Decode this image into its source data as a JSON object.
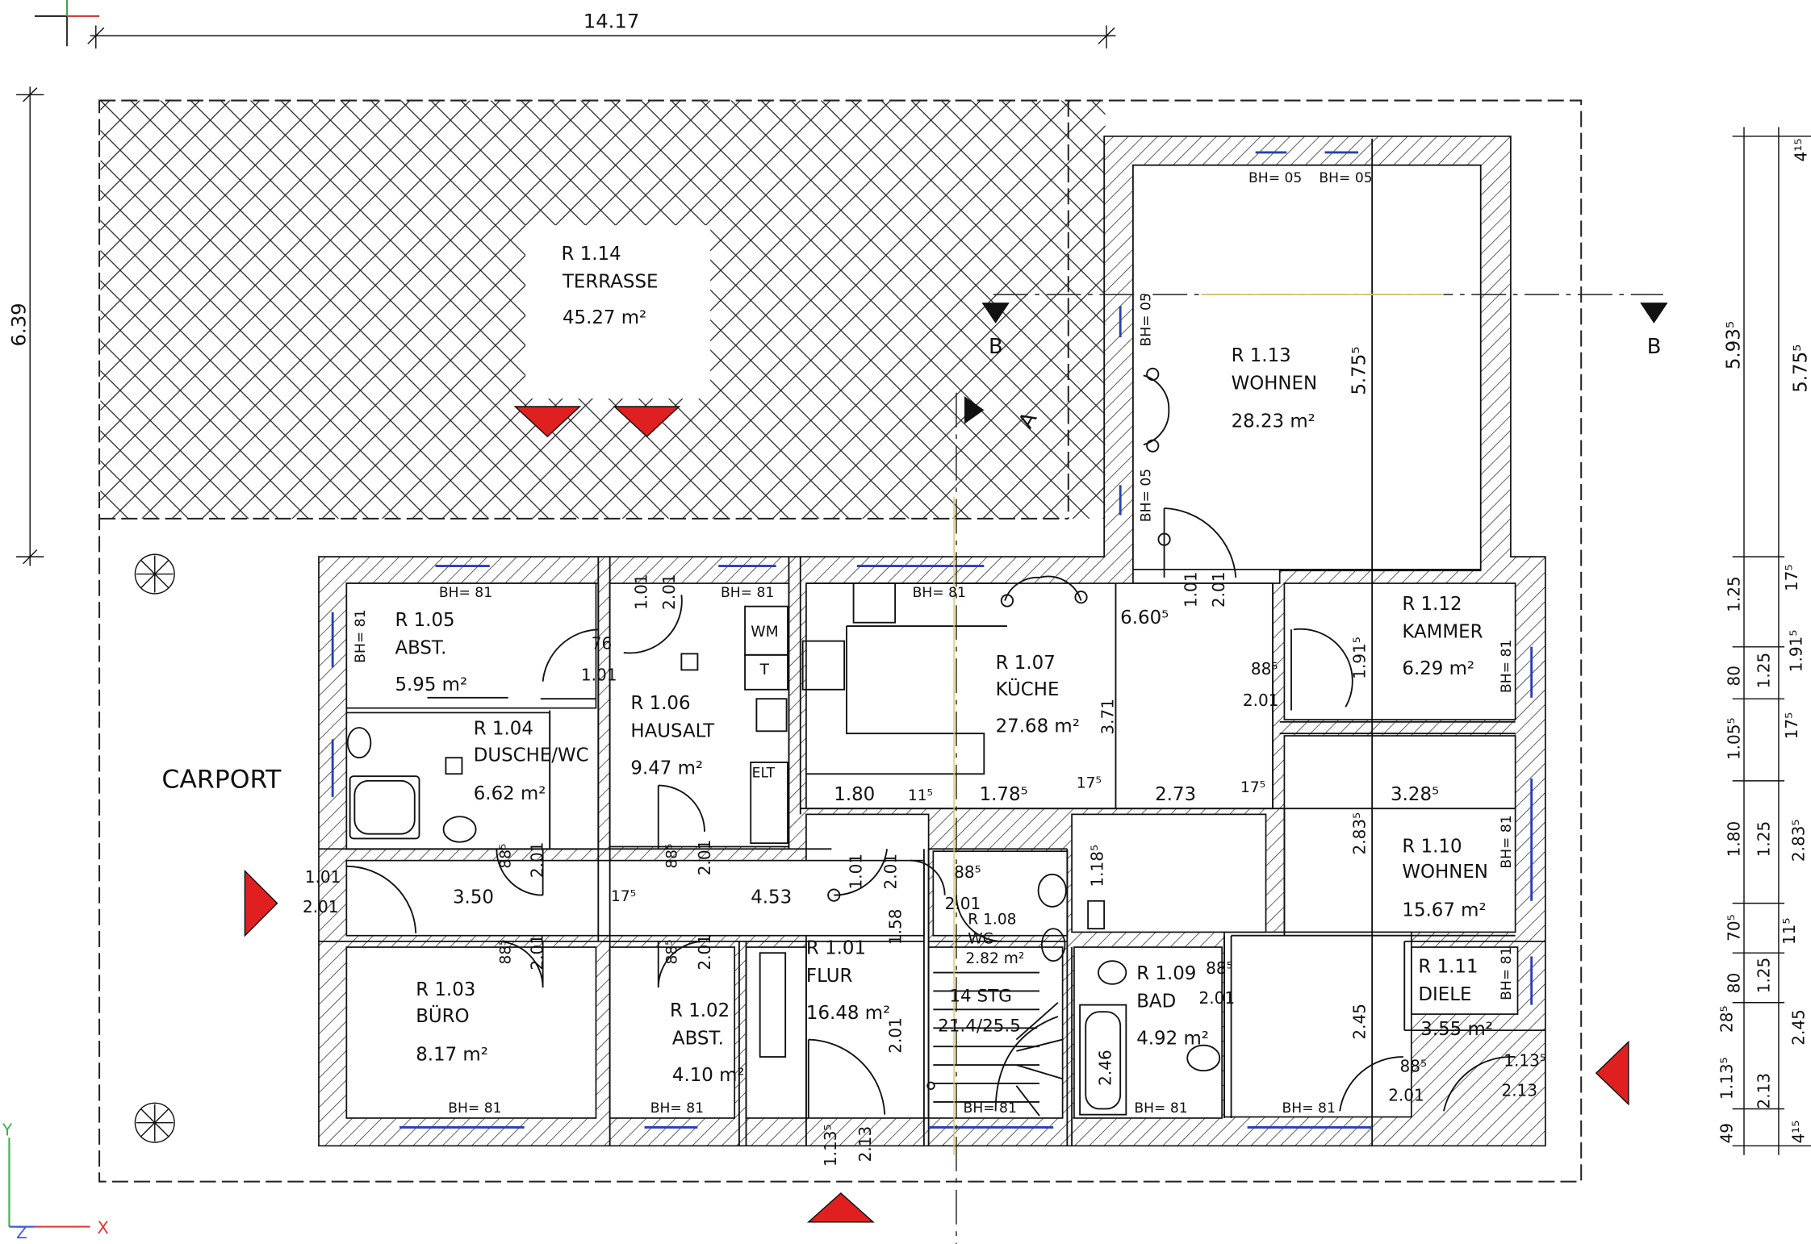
{
  "overall_width_dim": "14.17",
  "overall_height_dim": "6.39",
  "carport_label": "CARPORT",
  "section_marker": "B",
  "view_marker": "A",
  "rooms": [
    {
      "id": "r114",
      "number": "R 1.14",
      "name": "TERRASSE",
      "area": "45.27 m²"
    },
    {
      "id": "r113",
      "number": "R 1.13",
      "name": "WOHNEN",
      "area": "28.23 m²"
    },
    {
      "id": "r112",
      "number": "R 1.12",
      "name": "KAMMER",
      "area": "6.29 m²"
    },
    {
      "id": "r110",
      "number": "R 1.10",
      "name": "WOHNEN",
      "area": "15.67 m²"
    },
    {
      "id": "r111",
      "number": "R 1.11",
      "name": "DIELE",
      "area": "3.55 m²"
    },
    {
      "id": "r109",
      "number": "R 1.09",
      "name": "BAD",
      "area": "4.92 m²"
    },
    {
      "id": "r108",
      "number": "R 1.08",
      "name": "WC",
      "area": "2.82 m²"
    },
    {
      "id": "r107",
      "number": "R 1.07",
      "name": "KÜCHE",
      "area": "27.68 m²"
    },
    {
      "id": "r106",
      "number": "R 1.06",
      "name": "HAUSALT",
      "area": "9.47 m²"
    },
    {
      "id": "r105",
      "number": "R 1.05",
      "name": "ABST.",
      "area": "5.95 m²"
    },
    {
      "id": "r104",
      "number": "R 1.04",
      "name": "DUSCHE/WC",
      "area": "6.62 m²"
    },
    {
      "id": "r103",
      "number": "R 1.03",
      "name": "BÜRO",
      "area": "8.17 m²"
    },
    {
      "id": "r102",
      "number": "R 1.02",
      "name": "ABST.",
      "area": "4.10 m²"
    },
    {
      "id": "r101",
      "number": "R 1.01",
      "name": "FLUR",
      "area": "16.48 m²"
    }
  ],
  "stair_label": "14 STG",
  "stair_ratio": "21.4/25.5",
  "appliances": {
    "washer": "WM",
    "dryer": "T",
    "elt": "ELT"
  },
  "window_labels": [
    "BH= 81",
    "BH= 05"
  ],
  "dimension_labels": [
    "3.50",
    "4.53",
    "1.80",
    "2.73",
    "3.28⁵",
    "6.60⁵",
    "1.78⁵",
    "11⁵",
    "17⁵",
    "88⁵",
    "2.01",
    "1.01",
    "76",
    "1.13⁵",
    "2.13",
    "5.75⁵",
    "1.91⁵",
    "2.83⁵",
    "2.45",
    "2.46",
    "1.58",
    "1.18⁵",
    "3.71",
    "2.01"
  ],
  "right_chain": [
    "4¹⁵",
    "5.93⁵",
    "5.75⁵",
    "1.25",
    "17⁵",
    "80",
    "1.25",
    "1.91⁵",
    "1.05⁵",
    "17⁵",
    "1.80",
    "1.25",
    "2.83⁵",
    "70⁵",
    "11⁵",
    "80",
    "1.25",
    "28⁵",
    "1.13⁵",
    "2.45",
    "2.13",
    "49",
    "4¹⁵"
  ],
  "axis_labels": {
    "y": "Y",
    "z": "Z",
    "x": "X"
  },
  "colors": {
    "line": "#111111",
    "marker_red": "#e02020",
    "window_blue": "#2a3fb0",
    "guide_yellow": "#d6c36a",
    "axis_green": "#3fb24a",
    "axis_red": "#e23b3b",
    "axis_blue": "#3b5be2"
  }
}
